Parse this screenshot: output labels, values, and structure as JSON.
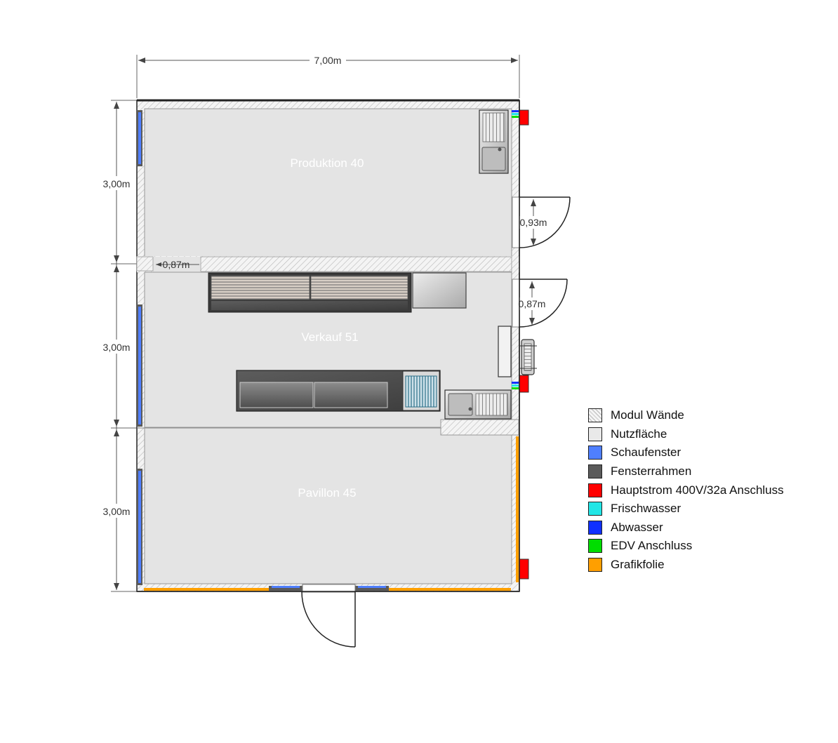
{
  "dimensions": {
    "total_width": "7,00m",
    "module_height_top": "3,00m",
    "module_height_middle": "3,00m",
    "module_height_bottom": "3,00m",
    "door_top_width": "0,93m",
    "door_middle_width": "0,87m",
    "passage_width": "0,87m"
  },
  "rooms": {
    "top": "Produktion 40",
    "middle": "Verkauf 51",
    "bottom": "Pavillon 45"
  },
  "colors": {
    "wall_hatch": "#cfcfcf",
    "floor": "#e4e4e4",
    "window_glass": "#4f7fff",
    "window_frame": "#5a5a5a",
    "power": "#ff0000",
    "fresh_water": "#22e6e6",
    "waste_water": "#1030ff",
    "network": "#00dd00",
    "graphic_foil": "#ff9f00"
  },
  "legend": [
    {
      "label": "Modul Wände",
      "swatch": "hatch"
    },
    {
      "label": "Nutzfläche",
      "swatch": "#e9e9e9"
    },
    {
      "label": "Schaufenster",
      "swatch": "#4f7fff"
    },
    {
      "label": "Fensterrahmen",
      "swatch": "#5a5a5a"
    },
    {
      "label": "Hauptstrom 400V/32a Anschluss",
      "swatch": "#ff0000"
    },
    {
      "label": "Frischwasser",
      "swatch": "#22e6e6"
    },
    {
      "label": "Abwasser",
      "swatch": "#1030ff"
    },
    {
      "label": "EDV Anschluss",
      "swatch": "#00dd00"
    },
    {
      "label": "Grafikfolie",
      "swatch": "#ff9f00"
    }
  ]
}
